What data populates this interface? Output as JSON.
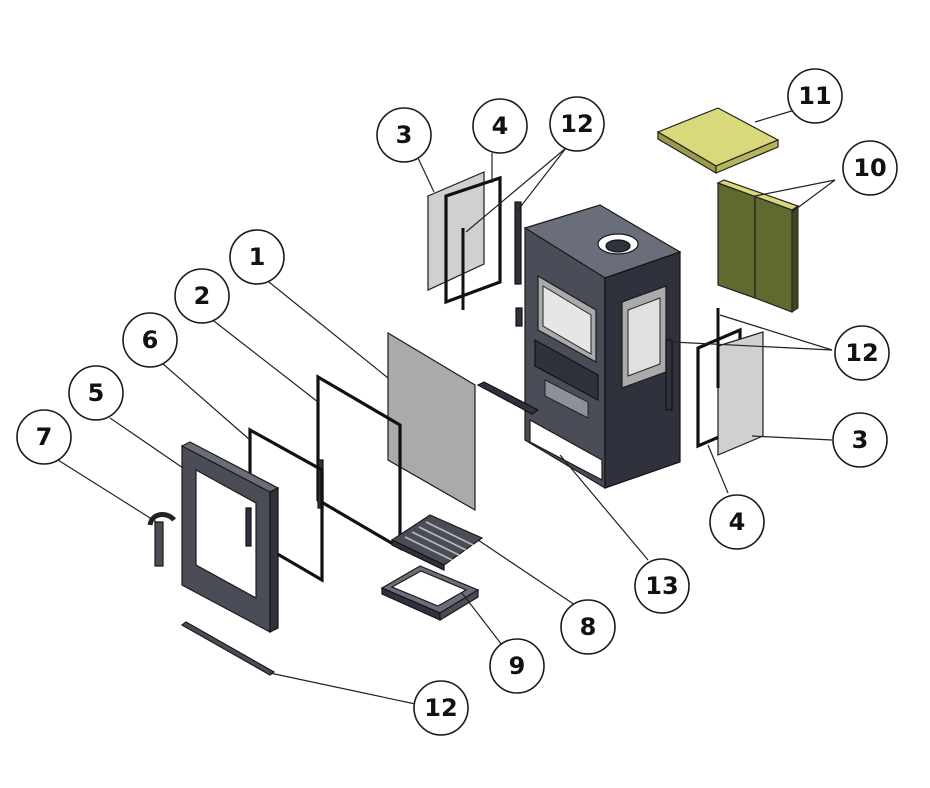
{
  "diagram": {
    "callouts": [
      {
        "id": "c1",
        "label": "1"
      },
      {
        "id": "c2",
        "label": "2"
      },
      {
        "id": "c3a",
        "label": "3"
      },
      {
        "id": "c3b",
        "label": "3"
      },
      {
        "id": "c4a",
        "label": "4"
      },
      {
        "id": "c4b",
        "label": "4"
      },
      {
        "id": "c5",
        "label": "5"
      },
      {
        "id": "c6",
        "label": "6"
      },
      {
        "id": "c7",
        "label": "7"
      },
      {
        "id": "c8",
        "label": "8"
      },
      {
        "id": "c9",
        "label": "9"
      },
      {
        "id": "c10",
        "label": "10"
      },
      {
        "id": "c11",
        "label": "11"
      },
      {
        "id": "c12a",
        "label": "12"
      },
      {
        "id": "c12b",
        "label": "12"
      },
      {
        "id": "c12c",
        "label": "12"
      },
      {
        "id": "c13",
        "label": "13"
      }
    ],
    "colors": {
      "steel": "#4a4d58",
      "glass": "#cfd0d0",
      "brick": "#5e6a2e",
      "brick_top": "#d9d87a"
    }
  }
}
